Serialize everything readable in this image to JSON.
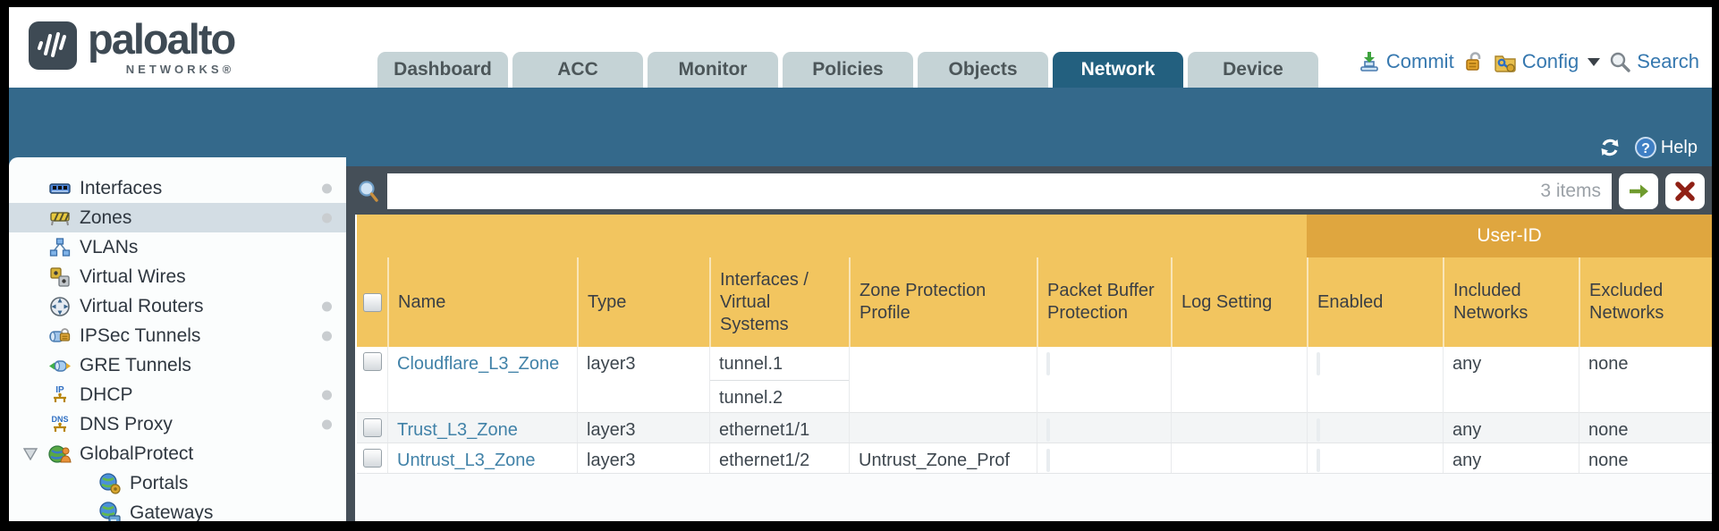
{
  "brand": {
    "logo_text": "paloalto",
    "logo_sub": "NETWORKS®"
  },
  "nav": {
    "tabs": [
      {
        "label": "Dashboard",
        "active": false
      },
      {
        "label": "ACC",
        "active": false
      },
      {
        "label": "Monitor",
        "active": false
      },
      {
        "label": "Policies",
        "active": false
      },
      {
        "label": "Objects",
        "active": false
      },
      {
        "label": "Network",
        "active": true
      },
      {
        "label": "Device",
        "active": false
      }
    ]
  },
  "utilities": {
    "commit": "Commit",
    "config": "Config",
    "search": "Search"
  },
  "band": {
    "help": "Help"
  },
  "sidebar": {
    "items": [
      {
        "label": "Interfaces",
        "dot": true
      },
      {
        "label": "Zones",
        "dot": true,
        "selected": true
      },
      {
        "label": "VLANs"
      },
      {
        "label": "Virtual Wires"
      },
      {
        "label": "Virtual Routers",
        "dot": true
      },
      {
        "label": "IPSec Tunnels",
        "dot": true
      },
      {
        "label": "GRE Tunnels"
      },
      {
        "label": "DHCP",
        "dot": true
      },
      {
        "label": "DNS Proxy",
        "dot": true
      },
      {
        "label": "GlobalProtect",
        "expanded": true
      },
      {
        "label": "Portals",
        "child": true
      },
      {
        "label": "Gateways",
        "child": true
      }
    ]
  },
  "filter": {
    "value": "",
    "count": "3 items"
  },
  "table": {
    "group_header": "User-ID",
    "columns": [
      "Name",
      "Type",
      "Interfaces / Virtual Systems",
      "Zone Protection Profile",
      "Packet Buffer Protection",
      "Log Setting",
      "Enabled",
      "Included Networks",
      "Excluded Networks"
    ],
    "rows": [
      {
        "name": "Cloudflare_L3_Zone",
        "type": "layer3",
        "interfaces": [
          "tunnel.1",
          "tunnel.2"
        ],
        "zone_protection_profile": "",
        "packet_buffer_protection": false,
        "log_setting": "",
        "enabled": false,
        "included_networks": "any",
        "excluded_networks": "none"
      },
      {
        "name": "Trust_L3_Zone",
        "type": "layer3",
        "interfaces": [
          "ethernet1/1"
        ],
        "zone_protection_profile": "",
        "packet_buffer_protection": false,
        "log_setting": "",
        "enabled": false,
        "included_networks": "any",
        "excluded_networks": "none"
      },
      {
        "name": "Untrust_L3_Zone",
        "type": "layer3",
        "interfaces": [
          "ethernet1/2"
        ],
        "zone_protection_profile": "Untrust_Zone_Prof",
        "packet_buffer_protection": false,
        "log_setting": "",
        "enabled": false,
        "included_networks": "any",
        "excluded_networks": "none"
      }
    ]
  },
  "icons": {
    "help_glyph": "?",
    "dhcp_glyph": "IP",
    "dns_glyph": "DNS",
    "commit-icon": "disk with green down-arrow",
    "lock-icon": "gold open padlock",
    "config-icon": "gold folder with blue key",
    "search-icon": "gray magnifier",
    "refresh-icon": "white circular arrows",
    "help-icon": "blue circle question mark",
    "filter-search-icon": "blue magnifier gold handle",
    "go-arrow-icon": "green right arrow",
    "clear-x-icon": "dark red X"
  },
  "colors": {
    "teal_band": "#34698b",
    "active_tab": "#23607f",
    "tab_bg": "#c5d3d6",
    "header_yellow": "#f2c55f",
    "userid_amber": "#dfa63f",
    "link_blue": "#4182a8",
    "util_blue": "#3678af",
    "dark_slate": "#454f58",
    "selected_row": "#d3dde4"
  }
}
